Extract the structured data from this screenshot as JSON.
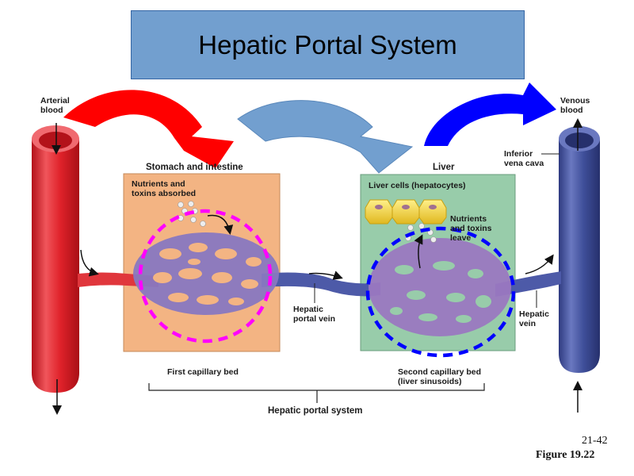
{
  "title": "Hepatic Portal System",
  "labels": {
    "arterial_blood": "Arterial\nblood",
    "stomach_intestine": "Stomach and intestine",
    "nutrients_absorbed": "Nutrients and\ntoxins absorbed",
    "hepatic_portal_vein": "Hepatic\nportal vein",
    "liver": "Liver",
    "liver_cells": "Liver cells (hepatocytes)",
    "nutrients_leave": "Nutrients\nand toxins\nleave",
    "venous_blood": "Venous\nblood",
    "inferior_vena_cava": "Inferior\nvena cava",
    "hepatic_vein": "Hepatic\nvein",
    "first_capillary_bed": "First capillary bed",
    "second_capillary_bed": "Second capillary bed\n(liver sinusoids)",
    "hepatic_portal_system": "Hepatic portal system"
  },
  "footer": {
    "slide_number": "21-42",
    "figure_label": "Figure 19.22"
  },
  "colors": {
    "title_bg": "#729fcf",
    "artery": "#e0222a",
    "vein": "#3f4f9a",
    "capillary": "#8878c0",
    "stomach_box": "#f3b483",
    "liver_box": "#98ccaa",
    "arrow_red": "#ff0000",
    "arrow_lightblue": "#729fcf",
    "arrow_blue": "#0000ff",
    "circle_magenta": "#ff00ff",
    "circle_blue": "#0000ff",
    "hepatocyte": "#f5d442"
  }
}
